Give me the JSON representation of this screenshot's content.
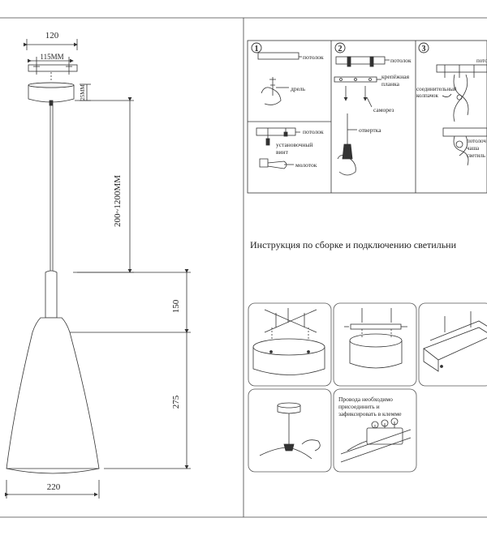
{
  "lamp": {
    "dim_top": "120",
    "dim_mount": "115MM",
    "dim_canopy_h": "25MM",
    "dim_cable": "200~1200MM",
    "dim_neck": "150",
    "dim_shade": "275",
    "dim_width": "220"
  },
  "steps": {
    "s1": "1",
    "s2": "2",
    "s3": "3",
    "ceiling": "потолок",
    "drill": "дрель",
    "screw_label_1": "установочный",
    "screw_label_2": "винт",
    "hammer": "молоток",
    "plate_1": "крепёжная",
    "plate_2": "планка",
    "self_tap": "саморез",
    "screwdriver": "отвертка",
    "connector_1": "соединительный",
    "connector_2": "колпачок",
    "ceiling_cup_1": "потолоч",
    "ceiling_cup_2": "чаша",
    "ceiling_cup_3": "светиль"
  },
  "instruction_title": "Инструкция по сборке и подключению  светильни",
  "wire_note": {
    "line1": "Провода необходимо",
    "line2": "присоединить и",
    "line3": "зафиксировать в клемме"
  }
}
